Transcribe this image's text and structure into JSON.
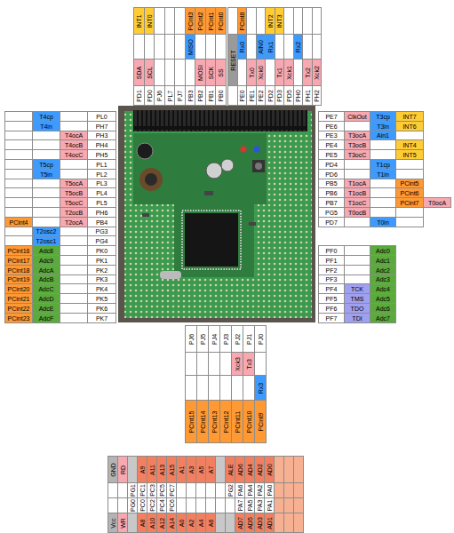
{
  "diagram": {
    "labels": [
      "PD1",
      "PD0",
      "PJ6",
      "PL7",
      "PJ7",
      "PB3",
      "PB2",
      "PB1",
      "PB0",
      "INT1",
      "INT0",
      "PCint3",
      "PCint2",
      "PCint1",
      "PCint0",
      "MISO",
      "SDA",
      "SCL",
      "MOSI",
      "SCK",
      "SS",
      "PE0",
      "PE1",
      "PE2",
      "PD2",
      "PD3",
      "PD5",
      "PH0",
      "PH1",
      "PH2",
      "PCint8",
      "INT2",
      "INT3",
      "RESET",
      "Rx0",
      "AIN0",
      "Rx1",
      "Rx2",
      "Tx0",
      "Xck0",
      "Tx1",
      "Xck1",
      "Tx2",
      "Xck2",
      "PE7",
      "PE6",
      "PE3",
      "PE4",
      "PE5",
      "PD4",
      "PD6",
      "PB5",
      "PB6",
      "PB7",
      "PG5",
      "PD7",
      "ClkOut",
      "T3cp",
      "INT7",
      "T3in",
      "INT6",
      "T3ocA",
      "Ain1",
      "T3ocB",
      "INT4",
      "T3ocC",
      "INT5",
      "T1cp",
      "T1in",
      "T1ocA",
      "PCint5",
      "T1ocB",
      "PCint6",
      "T1ocC",
      "PCint7",
      "T0ocA",
      "T0ocB",
      "T0in",
      "PF0",
      "PF1",
      "PF2",
      "PF3",
      "PF4",
      "PF5",
      "PF6",
      "PF7",
      "TCK",
      "TMS",
      "TDO",
      "TDI",
      "Adc0",
      "Adc1",
      "Adc2",
      "Adc3",
      "Adc4",
      "Adc5",
      "Adc6",
      "Adc7",
      "PL0",
      "PH7",
      "PH3",
      "PH4",
      "PH5",
      "PL1",
      "PL2",
      "PL3",
      "PL4",
      "PL5",
      "PH6",
      "PB4",
      "PG3",
      "PG4",
      "PK0",
      "PK1",
      "PK2",
      "PK3",
      "PK4",
      "PK5",
      "PK6",
      "PK7",
      "T4cp",
      "T4in",
      "T4ocA",
      "T4ocB",
      "T4ocC",
      "T5cp",
      "T5in",
      "T5ocA",
      "T5ocB",
      "T5ocC",
      "T2ocB",
      "PCint4",
      "T2ocA",
      "T2osc2",
      "T2osc1",
      "PCint16",
      "Adc8",
      "PCint17",
      "Adc9",
      "PCint18",
      "AdcA",
      "PCint19",
      "AdcB",
      "PCint20",
      "AdcC",
      "PCint21",
      "AdcD",
      "PCint22",
      "AdcE",
      "PCint23",
      "AdcF",
      "PJ6",
      "PJ5",
      "PJ4",
      "PJ3",
      "PJ2",
      "PJ1",
      "PJ0",
      "Xck3",
      "Tx3",
      "Rx3",
      "PCint15",
      "PCint14",
      "PCint13",
      "PCint12",
      "PCint11",
      "PCint10",
      "PCint9",
      "GND",
      "RD",
      "A9",
      "A11",
      "A13",
      "A15",
      "A1",
      "A3",
      "A5",
      "A7",
      "ALE",
      "AD6",
      "AD4",
      "AD2",
      "AD0",
      "PG1",
      "PC1",
      "PC3",
      "PC5",
      "PC7",
      "PG2",
      "PA6",
      "PA4",
      "PA2",
      "PA0",
      "PG0",
      "PC0",
      "PC2",
      "PC4",
      "PC6",
      "PA7",
      "PA5",
      "PA3",
      "PA1",
      "Vcc",
      "WR",
      "A8",
      "A10",
      "A12",
      "A14",
      "A0",
      "A2",
      "A4",
      "A6",
      "AD7",
      "AD5",
      "AD3",
      "AD1"
    ]
  }
}
